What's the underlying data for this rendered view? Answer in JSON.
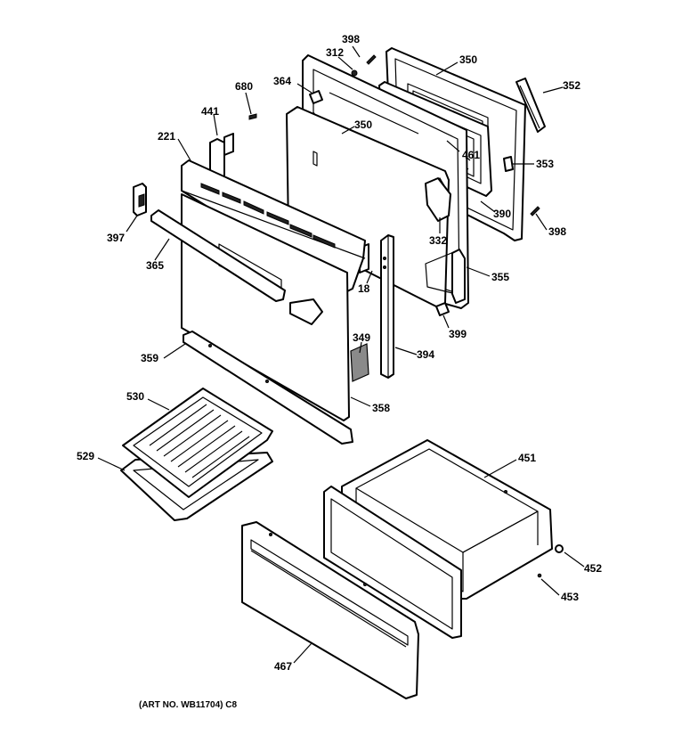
{
  "diagram": {
    "callouts": {
      "c398a": "398",
      "c312": "312",
      "c350a": "350",
      "c352": "352",
      "c680": "680",
      "c364": "364",
      "c441": "441",
      "c350b": "350",
      "c221": "221",
      "c461": "461",
      "c353": "353",
      "c390": "390",
      "c398b": "398",
      "c397": "397",
      "c332": "332",
      "c365": "365",
      "c18": "18",
      "c355": "355",
      "c399": "399",
      "c349": "349",
      "c394": "394",
      "c359": "359",
      "c358": "358",
      "c530": "530",
      "c451": "451",
      "c529": "529",
      "c452": "452",
      "c453": "453",
      "c467": "467"
    },
    "art_number": "(ART NO. WB11704) C8"
  }
}
